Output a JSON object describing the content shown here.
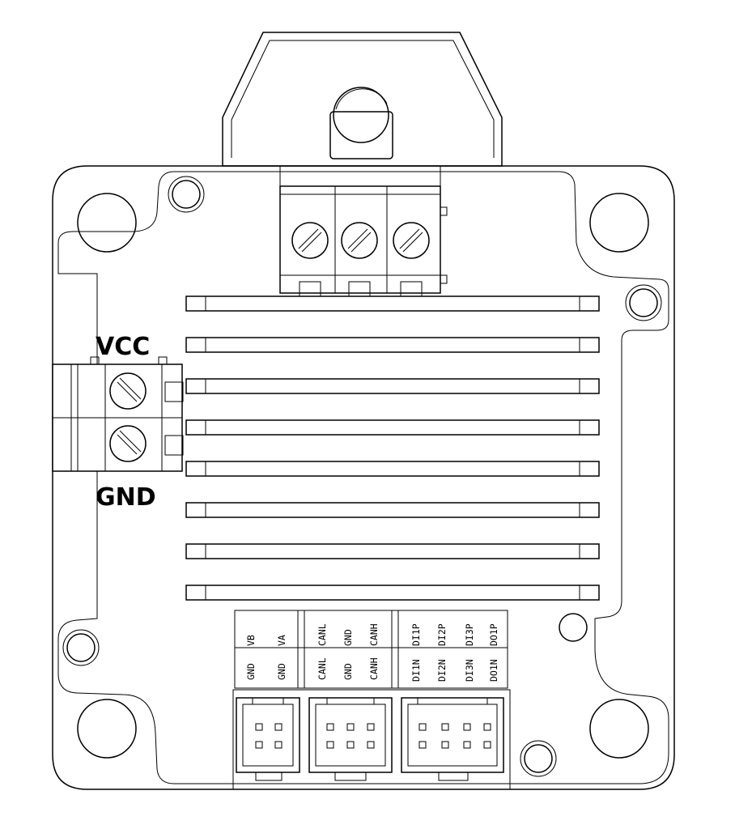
{
  "power_terminal": {
    "top_label": "VCC",
    "bottom_label": "GND"
  },
  "pin_labels": {
    "connector_1": {
      "top": [
        "VB",
        "VA"
      ],
      "bottom": [
        "GND",
        "GND"
      ]
    },
    "connector_2": {
      "top": [
        "CANL",
        "GND",
        "CANH"
      ],
      "bottom": [
        "CANL",
        "GND",
        "CANH"
      ]
    },
    "connector_3": {
      "top": [
        "DI1P",
        "DI2P",
        "DI3P",
        "DO1P"
      ],
      "bottom": [
        "DI1N",
        "DI2N",
        "DI3N",
        "DO1N"
      ]
    }
  }
}
